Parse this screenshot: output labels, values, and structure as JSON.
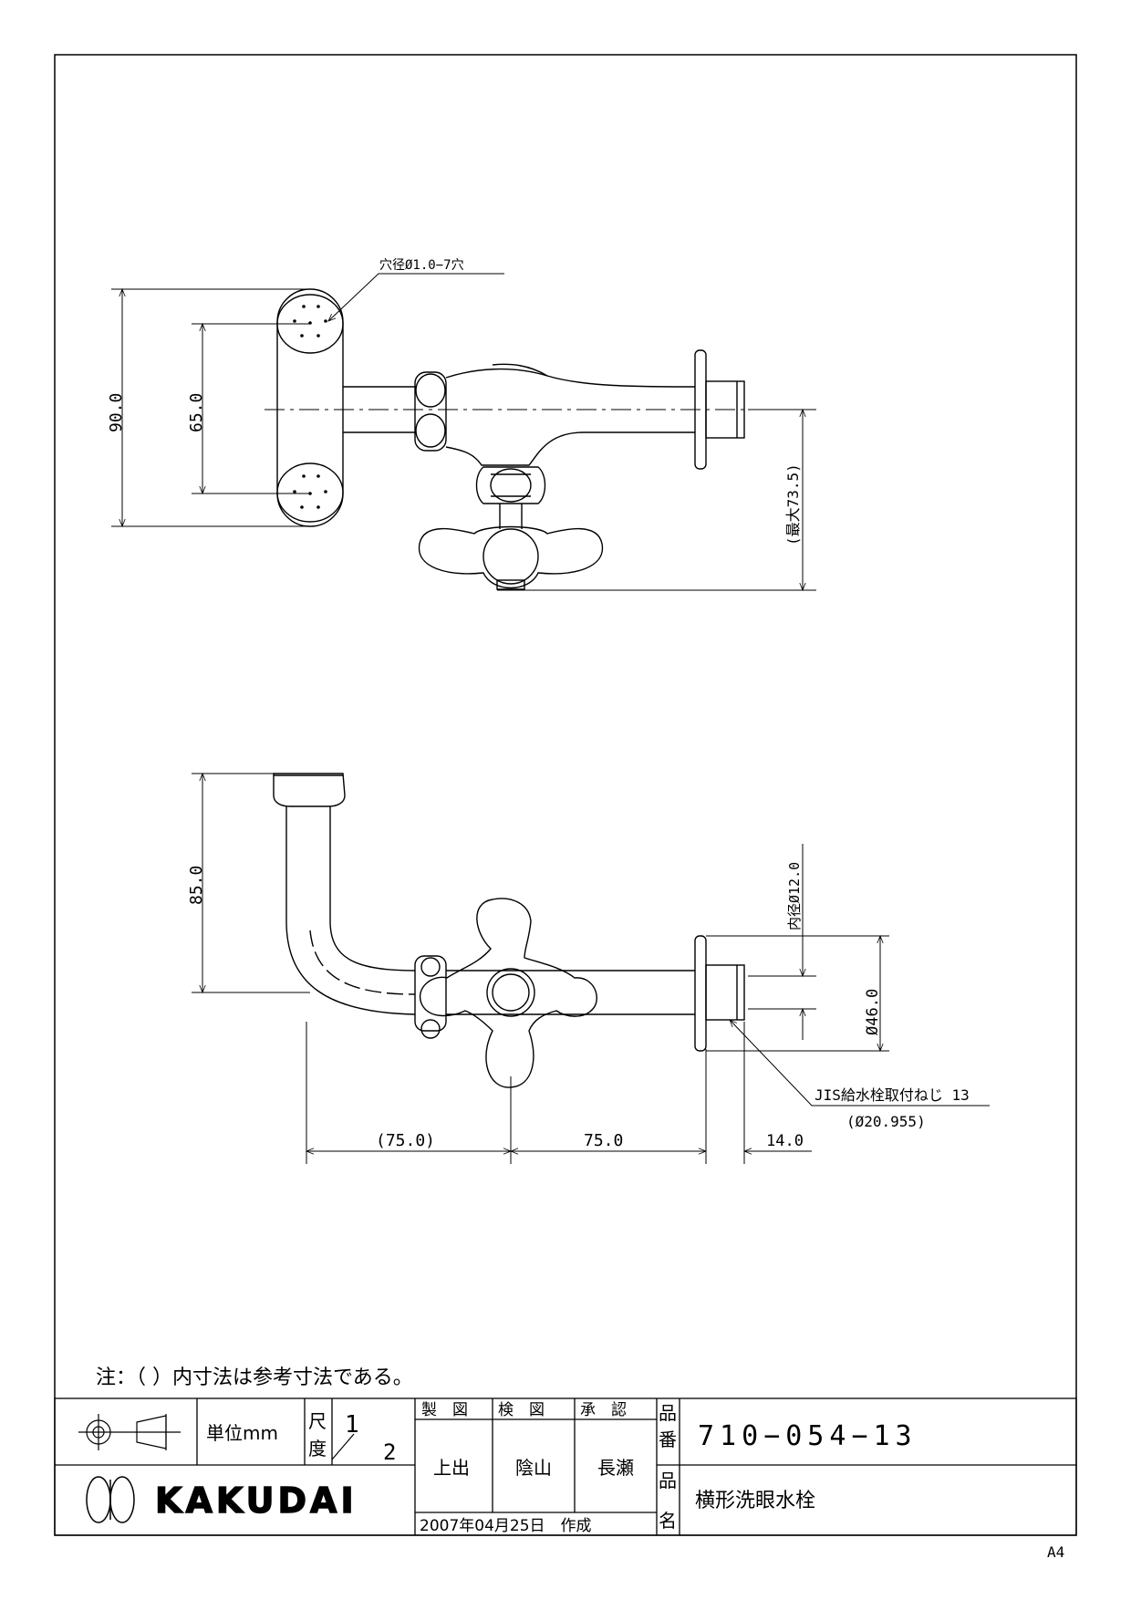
{
  "dimensions": {
    "hole_note": "穴径Ø1.0−7穴",
    "d90": "90.0",
    "d65": "65.0",
    "max735": "(最大73.5)",
    "d85": "85.0",
    "inner_dia": "内径Ø12.0",
    "d46": "Ø46.0",
    "jis_thread": "JIS給水栓取付ねじ 13",
    "thread_dia": "(Ø20.955)",
    "l75_ref": "(75.0)",
    "l75": "75.0",
    "l14": "14.0"
  },
  "note": "注：（ ）内寸法は参考寸法である。",
  "title_block": {
    "unit": "単位mm",
    "scale_label_1": "尺",
    "scale_label_2": "度",
    "scale_num": "1",
    "scale_den": "2",
    "hdr_drawn": "製　図",
    "hdr_checked": "検　図",
    "hdr_approved": "承　認",
    "drawn_by": "上出",
    "checked_by": "陰山",
    "approved_by": "長瀬",
    "part_no_label_1": "品",
    "part_no_label_2": "番",
    "part_no": "710−054−13",
    "name_label_1": "品",
    "name_label_2": "名",
    "name": "横形洗眼水栓",
    "date": "2007年04月25日　作成",
    "logo": "KAKUDAI"
  },
  "sheet_size": "A4"
}
